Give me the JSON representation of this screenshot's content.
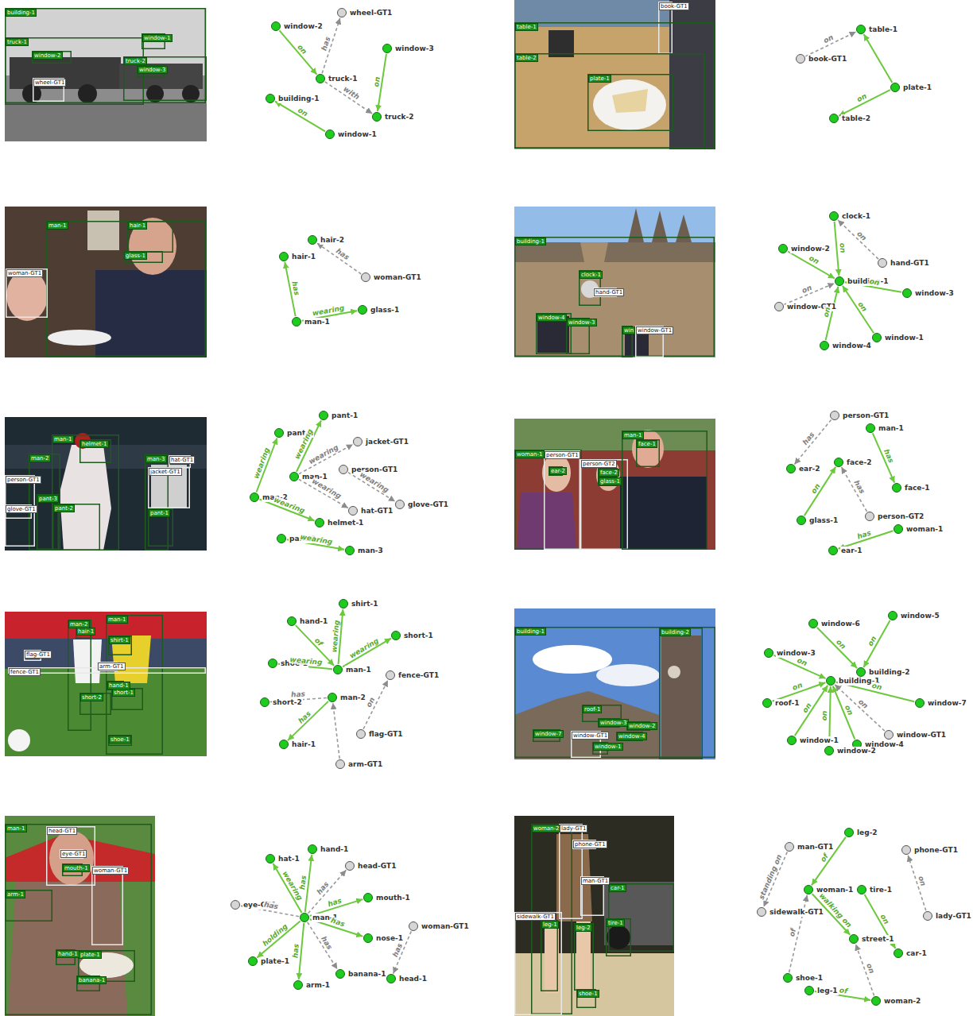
{
  "diagram": {
    "nodes": [
      {
        "text": [
          "window-2"
        ]
      },
      {
        "text": [
          "wheel-GT1"
        ]
      },
      {
        "text": [
          "window-3"
        ]
      },
      {
        "text": [
          "truck-1"
        ]
      },
      {
        "text": [
          "building-1"
        ]
      },
      {
        "text": [
          "truck-2"
        ]
      },
      {
        "text": [
          "window-1"
        ]
      },
      {
        "text": [
          "table-1"
        ]
      },
      {
        "text": [
          "book-GT1"
        ]
      },
      {
        "text": [
          "plate-1"
        ]
      },
      {
        "text": [
          "table-2"
        ]
      },
      {
        "text": [
          "hair-2"
        ]
      },
      {
        "text": [
          "hair-1"
        ]
      },
      {
        "text": [
          "woman-GT1"
        ]
      },
      {
        "text": [
          "glass-1"
        ]
      },
      {
        "text": [
          "man-1"
        ]
      },
      {
        "text": [
          "clock-1"
        ]
      },
      {
        "text": [
          "window-2"
        ]
      },
      {
        "text": [
          "hand-GT1"
        ]
      },
      {
        "text": [
          "building-1"
        ]
      },
      {
        "text": [
          "window-3"
        ]
      },
      {
        "text": [
          "window-GT1"
        ]
      },
      {
        "text": [
          "window-1"
        ]
      },
      {
        "text": [
          "window-4"
        ]
      },
      {
        "text": [
          "pant-1"
        ]
      },
      {
        "text": [
          "pant-2"
        ]
      },
      {
        "text": [
          "jacket-GT1"
        ]
      },
      {
        "text": [
          "man-1"
        ]
      },
      {
        "text": [
          "person-GT1"
        ]
      },
      {
        "text": [
          "man-2"
        ]
      },
      {
        "text": [
          "glove-GT1"
        ]
      },
      {
        "text": [
          "hat-GT1"
        ]
      },
      {
        "text": [
          "helmet-1"
        ]
      },
      {
        "text": [
          "pant-3"
        ]
      },
      {
        "text": [
          "man-3"
        ]
      },
      {
        "text": [
          "person-GT1"
        ]
      },
      {
        "text": [
          "man-1"
        ]
      },
      {
        "text": [
          "ear-2"
        ]
      },
      {
        "text": [
          "face-2"
        ]
      },
      {
        "text": [
          "face-1"
        ]
      },
      {
        "text": [
          "glass-1"
        ]
      },
      {
        "text": [
          "person-GT2"
        ]
      },
      {
        "text": [
          "woman-1"
        ]
      },
      {
        "text": [
          "ear-1"
        ]
      },
      {
        "text": [
          "shirt-1"
        ]
      },
      {
        "text": [
          "hand-1"
        ]
      },
      {
        "text": [
          "short-1"
        ]
      },
      {
        "text": [
          "shoe-1"
        ]
      },
      {
        "text": [
          "man-1"
        ]
      },
      {
        "text": [
          "fence-GT1"
        ]
      },
      {
        "text": [
          "man-2"
        ]
      },
      {
        "text": [
          "short-2"
        ]
      },
      {
        "text": [
          "hair-1"
        ]
      },
      {
        "text": [
          "flag-GT1"
        ]
      },
      {
        "text": [
          "arm-GT1"
        ]
      },
      {
        "text": [
          "window-6"
        ]
      },
      {
        "text": [
          "window-5"
        ]
      },
      {
        "text": [
          "window-3"
        ]
      },
      {
        "text": [
          "building-2"
        ]
      },
      {
        "text": [
          "building-1"
        ]
      },
      {
        "text": [
          "roof-1"
        ]
      },
      {
        "text": [
          "window-7"
        ]
      },
      {
        "text": [
          "window-GT1"
        ]
      },
      {
        "text": [
          "window-1"
        ]
      },
      {
        "text": [
          "window-4"
        ]
      },
      {
        "text": [
          "window-2"
        ]
      },
      {
        "text": [
          "hand-1"
        ]
      },
      {
        "text": [
          "hat-1"
        ]
      },
      {
        "text": [
          "head-GT1"
        ]
      },
      {
        "text": [
          "mouth-1"
        ]
      },
      {
        "text": [
          "eye-GT1"
        ]
      },
      {
        "text": [
          "man-1"
        ]
      },
      {
        "text": [
          "woman-GT1"
        ]
      },
      {
        "text": [
          "nose-1"
        ]
      },
      {
        "text": [
          "plate-1"
        ]
      },
      {
        "text": [
          "banana-1"
        ]
      },
      {
        "text": [
          "head-1"
        ]
      },
      {
        "text": [
          "arm-1"
        ]
      },
      {
        "text": [
          "man-GT1"
        ]
      },
      {
        "text": [
          "leg-2"
        ]
      },
      {
        "text": [
          "phone-GT1"
        ]
      },
      {
        "text": [
          "woman-1"
        ]
      },
      {
        "text": [
          "tire-1"
        ]
      },
      {
        "text": [
          "sidewalk-GT1"
        ]
      },
      {
        "text": [
          "lady-GT1"
        ]
      },
      {
        "text": [
          "street-1"
        ]
      },
      {
        "text": [
          "car-1"
        ]
      },
      {
        "text": [
          "shoe-1"
        ]
      },
      {
        "text": [
          "leg-1"
        ]
      },
      {
        "text": [
          "woman-2"
        ]
      }
    ],
    "edges": [
      {
        "from": 0,
        "to": 3,
        "label": "on",
        "arrow": "to"
      },
      {
        "from": 3,
        "to": 1,
        "label": "has",
        "arrow": "to"
      },
      {
        "from": 2,
        "to": 5,
        "label": "on",
        "arrow": "to"
      },
      {
        "from": 3,
        "to": 5,
        "label": "with",
        "arrow": "to"
      },
      {
        "from": 6,
        "to": 4,
        "label": "on",
        "arrow": "to"
      },
      {
        "from": 8,
        "to": 7,
        "label": "on",
        "arrow": "to"
      },
      {
        "from": 9,
        "to": 7,
        "arrow": "to"
      },
      {
        "from": 9,
        "to": 10,
        "label": "on",
        "arrow": "to"
      },
      {
        "from": 13,
        "to": 11,
        "label": "has",
        "arrow": "to"
      },
      {
        "from": 15,
        "to": 12,
        "label": "has",
        "arrow": "to"
      },
      {
        "from": 15,
        "to": 14,
        "label": "wearing",
        "arrow": "to"
      },
      {
        "from": 16,
        "to": 19,
        "label": "on",
        "arrow": "to"
      },
      {
        "from": 18,
        "to": 16,
        "label": "on",
        "arrow": "to"
      },
      {
        "from": 17,
        "to": 19,
        "label": "on",
        "arrow": "to"
      },
      {
        "from": 20,
        "to": 19,
        "label": "on",
        "arrow": "to"
      },
      {
        "from": 21,
        "to": 19,
        "label": "on",
        "arrow": "to"
      },
      {
        "from": 22,
        "to": 19,
        "label": "on",
        "arrow": "to"
      },
      {
        "from": 23,
        "to": 19,
        "label": "on",
        "arrow": "to"
      },
      {
        "from": 27,
        "to": 24,
        "label": "wearing",
        "arrow": "to"
      },
      {
        "from": 29,
        "to": 25,
        "label": "wearing",
        "arrow": "to"
      },
      {
        "from": 27,
        "to": 26,
        "label": "wearing",
        "arrow": "to"
      },
      {
        "from": 28,
        "to": 30,
        "label": "wearing",
        "arrow": "to"
      },
      {
        "from": 27,
        "to": 31,
        "label": "wearing",
        "arrow": "to"
      },
      {
        "from": 29,
        "to": 32,
        "label": "wearing",
        "arrow": "to"
      },
      {
        "from": 33,
        "to": 34,
        "label": "wearing",
        "arrow": "to"
      },
      {
        "from": 35,
        "to": 37,
        "label": "has",
        "arrow": "to"
      },
      {
        "from": 36,
        "to": 39,
        "label": "has",
        "arrow": "to"
      },
      {
        "from": 40,
        "to": 38,
        "label": "on",
        "arrow": "to"
      },
      {
        "from": 41,
        "to": 38,
        "label": "has",
        "arrow": "to"
      },
      {
        "from": 42,
        "to": 43,
        "label": "has",
        "arrow": "to"
      },
      {
        "from": 45,
        "to": 48,
        "label": "of",
        "arrow": "to"
      },
      {
        "from": 48,
        "to": 44,
        "label": "wearing",
        "arrow": "to"
      },
      {
        "from": 48,
        "to": 46,
        "label": "wearing",
        "arrow": "to"
      },
      {
        "from": 48,
        "to": 47,
        "label": "wearing",
        "arrow": "to"
      },
      {
        "from": 50,
        "to": 51,
        "label": "has",
        "arrow": "to"
      },
      {
        "from": 50,
        "to": 52,
        "label": "has",
        "arrow": "to"
      },
      {
        "from": 53,
        "to": 49,
        "label": "on",
        "arrow": "to"
      },
      {
        "from": 54,
        "to": 50,
        "arrow": "to"
      },
      {
        "from": 55,
        "to": 58,
        "label": "on",
        "arrow": "to"
      },
      {
        "from": 56,
        "to": 58,
        "label": "on",
        "arrow": "to"
      },
      {
        "from": 57,
        "to": 59,
        "label": "on",
        "arrow": "to"
      },
      {
        "from": 60,
        "to": 59,
        "label": "on",
        "arrow": "to"
      },
      {
        "from": 61,
        "to": 59,
        "label": "on",
        "arrow": "to"
      },
      {
        "from": 62,
        "to": 59,
        "label": "on",
        "arrow": "to"
      },
      {
        "from": 63,
        "to": 59,
        "label": "on",
        "arrow": "to"
      },
      {
        "from": 64,
        "to": 59,
        "label": "on",
        "arrow": "to"
      },
      {
        "from": 65,
        "to": 59,
        "label": "on",
        "arrow": "to"
      },
      {
        "from": 71,
        "to": 67,
        "label": "wearing",
        "arrow": "to"
      },
      {
        "from": 71,
        "to": 66,
        "label": "has",
        "arrow": "to"
      },
      {
        "from": 71,
        "to": 68,
        "label": "has",
        "arrow": "to"
      },
      {
        "from": 71,
        "to": 69,
        "label": "has",
        "arrow": "to"
      },
      {
        "from": 71,
        "to": 70,
        "label": "has",
        "arrow": "to"
      },
      {
        "from": 71,
        "to": 73,
        "label": "has",
        "arrow": "to"
      },
      {
        "from": 71,
        "to": 74,
        "label": "holding",
        "arrow": "to"
      },
      {
        "from": 71,
        "to": 77,
        "label": "has",
        "arrow": "to"
      },
      {
        "from": 71,
        "to": 75,
        "label": "has",
        "arrow": "to"
      },
      {
        "from": 72,
        "to": 76,
        "label": "has",
        "arrow": "to"
      },
      {
        "from": 78,
        "to": 83,
        "label": "standing on",
        "arrow": "to"
      },
      {
        "from": 79,
        "to": 81,
        "label": "of",
        "arrow": "to"
      },
      {
        "from": 81,
        "to": 85,
        "label": "walking on",
        "arrow": "to"
      },
      {
        "from": 82,
        "to": 86,
        "label": "on",
        "arrow": "to"
      },
      {
        "from": 84,
        "to": 80,
        "label": "on",
        "arrow": "to"
      },
      {
        "from": 87,
        "to": 81,
        "label": "of",
        "arrow": "to"
      },
      {
        "from": 89,
        "to": 85,
        "label": "on",
        "arrow": "to"
      },
      {
        "from": 88,
        "to": 89,
        "label": "of",
        "arrow": "to"
      }
    ],
    "labels": [
      "building-1",
      "truck-1",
      "window-1",
      "window-2",
      "truck-2",
      "window-3",
      "wheel-GT1",
      "book-GT1",
      "table-1",
      "table-2",
      "plate-1",
      "man-1",
      "hair-1",
      "glass-1",
      "woman-GT1",
      "building-1",
      "clock-1",
      "hand-GT1",
      "window-4",
      "window-3",
      "win",
      "window-GT1",
      "man-1",
      "helmet-1",
      "man-2",
      "man-3",
      "hat-GT1",
      "jacket-GT1",
      "person-GT1",
      "glove-GT1",
      "pant-3",
      "pant-2",
      "pant-1",
      "woman-1",
      "person-GT1",
      "ear-2",
      "person-GT2",
      "face-2",
      "glass-1",
      "man-1",
      "face-1",
      "man-2",
      "hair-1",
      "man-1",
      "shirt-1",
      "flag-GT1",
      "arm-GT1",
      "fence-GT1",
      "short-2",
      "hand-1",
      "short-1",
      "shoe-1",
      "building-1",
      "building-2",
      "roof-1",
      "window-3",
      "window-2",
      "window-4",
      "window-7",
      "window-GT1",
      "window-1",
      "man-1",
      "head-GT1",
      "eye-GT1",
      "mouth-1",
      "woman-GT1",
      "arm-1",
      "hand-1",
      "plate-1",
      "banana-1",
      "woman-2",
      "lady-GT1",
      "phone-GT1",
      "man-GT1",
      "car-1",
      "sidewalk-GT1",
      "leg-1",
      "leg-2",
      "tire-1",
      "shoe-1"
    ]
  }
}
